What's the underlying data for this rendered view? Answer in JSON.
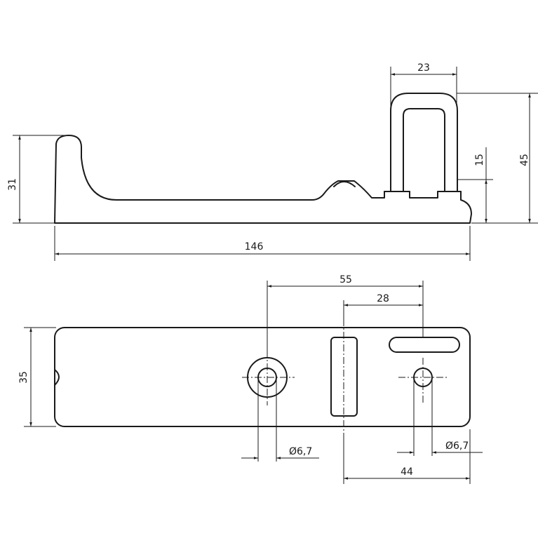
{
  "dimensions": {
    "side_overall_height": "45",
    "side_bracket_width": "23",
    "side_nub_height": "15",
    "side_back_height": "31",
    "side_length": "146",
    "plan_hole_offset": "55",
    "plan_slot_offset": "28",
    "plan_width": "35",
    "plan_hole_diameter_left": "Ø6,7",
    "plan_hole_diameter_right": "Ø6,7",
    "plan_right_offset": "44"
  },
  "colors": {
    "line": "#1a1a1a",
    "background": "#ffffff"
  }
}
